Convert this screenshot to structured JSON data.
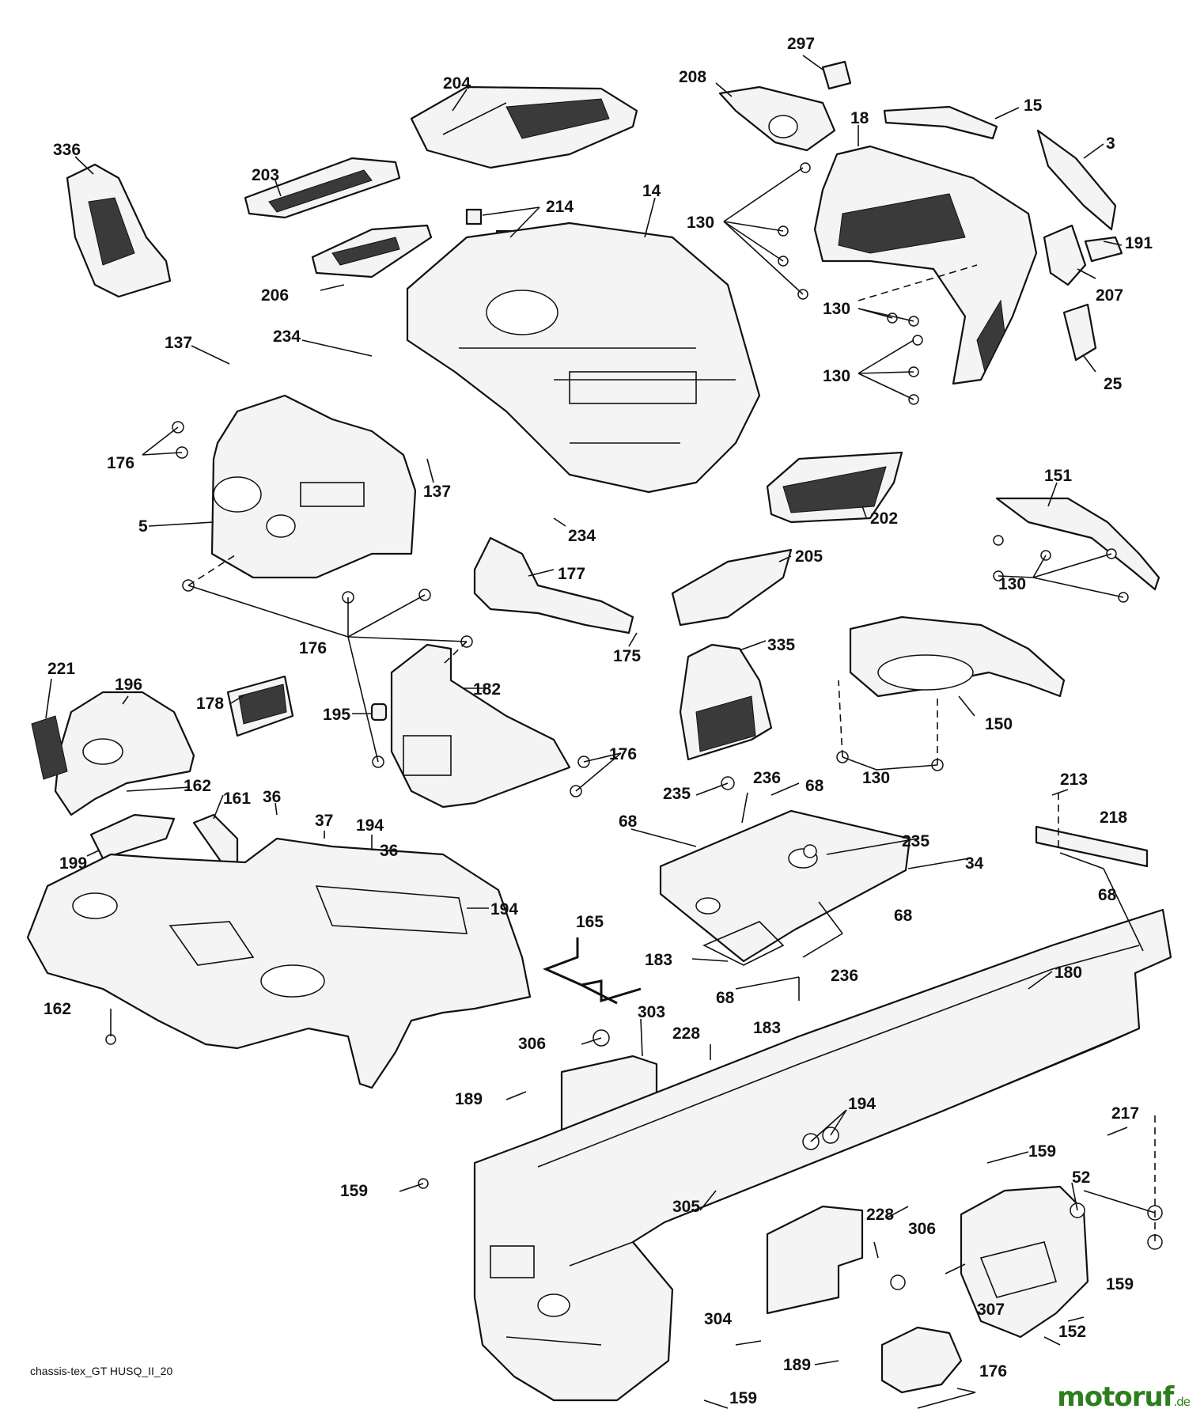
{
  "diagram": {
    "callouts": {
      "c297": "297",
      "c208": "208",
      "c204": "204",
      "c15": "15",
      "c18": "18",
      "c3": "3",
      "c336": "336",
      "c203": "203",
      "c214": "214",
      "c14": "14",
      "c130a": "130",
      "c191": "191",
      "c206": "206",
      "c207": "207",
      "c130b": "130",
      "c137a": "137",
      "c234a": "234",
      "c130c": "130",
      "c25": "25",
      "c176a": "176",
      "c137b": "137",
      "c5": "5",
      "c234b": "234",
      "c202": "202",
      "c151": "151",
      "c177": "177",
      "c205": "205",
      "c130d": "130",
      "c176b": "176",
      "c175": "175",
      "c335": "335",
      "c221": "221",
      "c196": "196",
      "c178": "178",
      "c182": "182",
      "c195": "195",
      "c150": "150",
      "c176c": "176",
      "c130e": "130",
      "c162a": "162",
      "c161": "161",
      "c36a": "36",
      "c37": "37",
      "c194a": "194",
      "c36b": "36",
      "c236a": "236",
      "c235a": "235",
      "c68a": "68",
      "c213": "213",
      "c68b": "68",
      "c235b": "235",
      "c218": "218",
      "c34": "34",
      "c199": "199",
      "c194b": "194",
      "c165": "165",
      "c68c": "68",
      "c68d": "68",
      "c183a": "183",
      "c236b": "236",
      "c68e": "68",
      "c180": "180",
      "c162b": "162",
      "c183b": "183",
      "c303": "303",
      "c306a": "306",
      "c228a": "228",
      "c194c": "194",
      "c189a": "189",
      "c217": "217",
      "c159a": "159",
      "c52": "52",
      "c159b": "159",
      "c305": "305",
      "c228b": "228",
      "c306b": "306",
      "c159c": "159",
      "c307": "307",
      "c304": "304",
      "c152": "152",
      "c189b": "189",
      "c176d": "176",
      "c159d": "159"
    },
    "footer_label": "chassis-tex_GT HUSQ_II_20",
    "watermark": {
      "name": "motoruf",
      "tld": ".de"
    }
  }
}
